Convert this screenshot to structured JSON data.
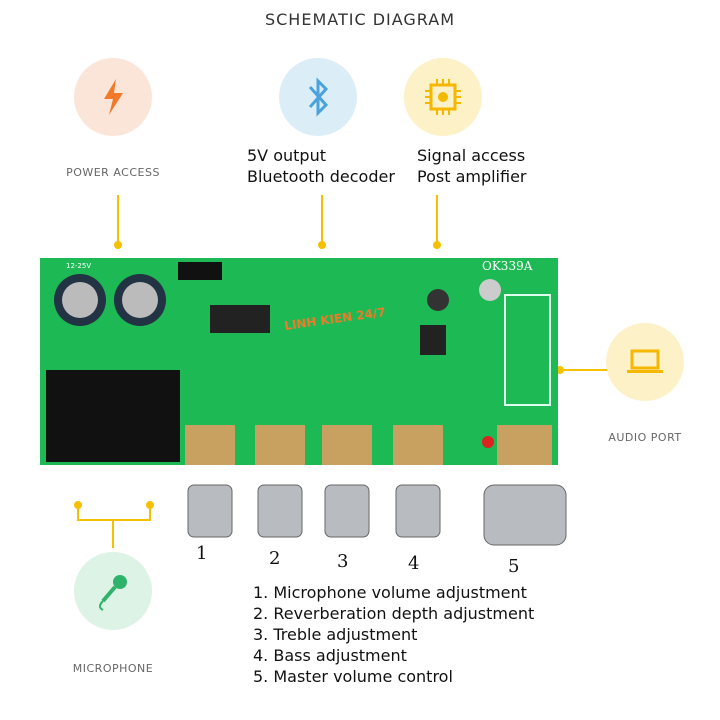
{
  "title": "SCHEMATIC DIAGRAM",
  "callouts": {
    "power": {
      "label": "POWER ACCESS",
      "icon": "lightning-icon"
    },
    "bluetooth": {
      "line1": "5V output",
      "line2": "Bluetooth decoder",
      "icon": "bluetooth-icon"
    },
    "signal": {
      "line1": "Signal access",
      "line2": "Post amplifier",
      "icon": "chip-icon"
    },
    "audio": {
      "label": "AUDIO PORT",
      "icon": "laptop-icon"
    },
    "microphone": {
      "label": "MICROPHONE",
      "icon": "microphone-icon"
    }
  },
  "board": {
    "model": "OK339A",
    "voltage": "12-25V",
    "watermark": "LINH KIEN 24/7"
  },
  "knob_numbers": [
    "1",
    "2",
    "3",
    "4",
    "5"
  ],
  "legend": [
    "1. Microphone volume adjustment",
    "2. Reverberation depth adjustment",
    "3. Treble adjustment",
    "4. Bass adjustment",
    "5. Master volume control"
  ],
  "colors": {
    "accent": "#f5c000",
    "board": "#1db954"
  }
}
